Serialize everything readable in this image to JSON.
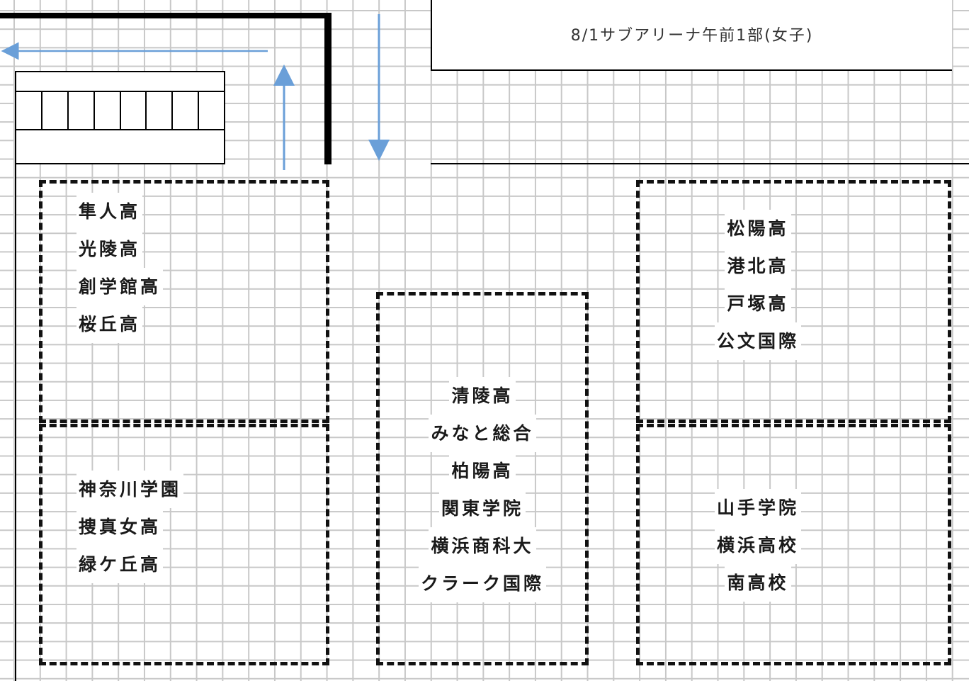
{
  "title": "8/1サブアリーナ午前1部(女子)",
  "zones": [
    {
      "id": "zone-top-left",
      "schools": [
        "隼人高",
        "光陵高",
        "創学館高",
        "桜丘高"
      ]
    },
    {
      "id": "zone-bottom-left",
      "schools": [
        "神奈川学園",
        "捜真女高",
        "緑ケ丘高"
      ]
    },
    {
      "id": "zone-center",
      "schools": [
        "清陵高",
        "みなと総合",
        "柏陽高",
        "関東学院",
        "横浜商科大",
        "クラーク国際"
      ]
    },
    {
      "id": "zone-top-right",
      "schools": [
        "松陽高",
        "港北高",
        "戸塚高",
        "公文国際"
      ]
    },
    {
      "id": "zone-bottom-right",
      "schools": [
        "山手学院",
        "横浜高校",
        "南高校"
      ]
    }
  ],
  "colors": {
    "grid": "#c8c8c8",
    "arrow": "#6a9fd8",
    "line": "#000000"
  }
}
